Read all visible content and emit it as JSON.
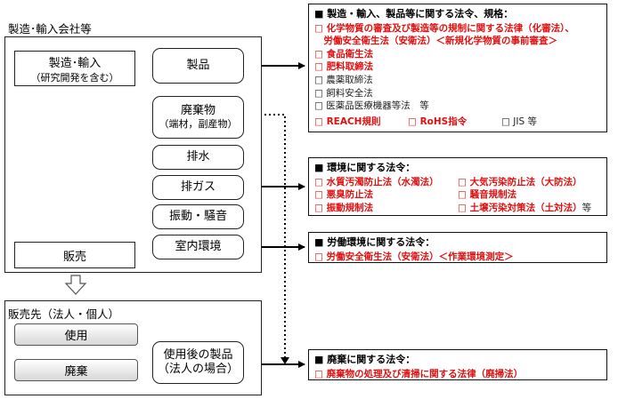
{
  "company": {
    "title": "製造･輸入会社等",
    "manufacture": "製造･輸入",
    "manufacture_sub": "（研究開発を含む）",
    "sales": "販売"
  },
  "customer": {
    "title": "販売先（法人・個人）",
    "use": "使用",
    "disposal": "廃棄"
  },
  "items": {
    "product": "製品",
    "waste": "廃棄物",
    "waste_sub": "（端材，副産物）",
    "drainage": "排水",
    "exhaust": "排ガス",
    "vibration": "振動・騒音",
    "indoor": "室内環境",
    "used_product": "使用後の製品",
    "used_product_sub": "（法人の場合）"
  },
  "laws": {
    "products": {
      "header": "■ 製造・輸入、製品等に関する法令、規格：",
      "lines": [
        {
          "text": "□ 化学物質の審査及び製造等の規制に関する法律（化審法）、",
          "red": true
        },
        {
          "text": "　労働安全衛生法（安衛法）＜新規化学物質の事前審査＞",
          "red": true
        },
        {
          "text": "□ 食品衛生法",
          "red": true
        },
        {
          "text": "□ 肥料取締法",
          "red": true
        },
        {
          "text": "□ 農薬取締法",
          "red": false
        },
        {
          "text": "□ 飼料安全法",
          "red": false
        },
        {
          "text": "□ 医薬品医療機器等法　等",
          "red": false
        }
      ],
      "standards": [
        "□ REACH規則",
        "□ RoHS指令",
        "□ JIS 等"
      ]
    },
    "environment": {
      "header": "■ 環境に関する法令：",
      "left": [
        "□ 水質汚濁防止法（水濁法）",
        "□ 悪臭防止法",
        "□ 振動規制法"
      ],
      "right": [
        "□ 大気汚染防止法（大防法）",
        "□ 騒音規制法",
        "□ 土壌汚染対策法（土対法）"
      ],
      "tail": "等"
    },
    "labor": {
      "header": "■ 労働環境に関する法令：",
      "line": "□ 労働安全衛生法（安衛法）＜作業環境測定＞"
    },
    "waste": {
      "header": "■ 廃棄に関する法令：",
      "line": "□ 廃棄物の処理及び清掃に関する法律（廃掃法）"
    }
  },
  "colors": {
    "accent_red": "#e01010"
  }
}
